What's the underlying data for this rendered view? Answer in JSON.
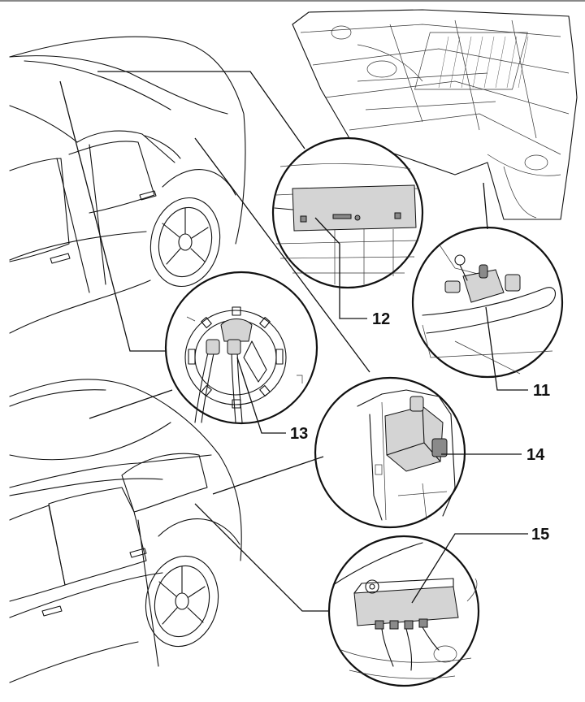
{
  "callouts": [
    {
      "id": "11",
      "label": "11"
    },
    {
      "id": "12",
      "label": "12"
    },
    {
      "id": "13",
      "label": "13"
    },
    {
      "id": "14",
      "label": "14"
    },
    {
      "id": "15",
      "label": "15"
    }
  ],
  "colors": {
    "line": "#111111",
    "background": "#ffffff",
    "component_fill": "#d4d4d4"
  }
}
